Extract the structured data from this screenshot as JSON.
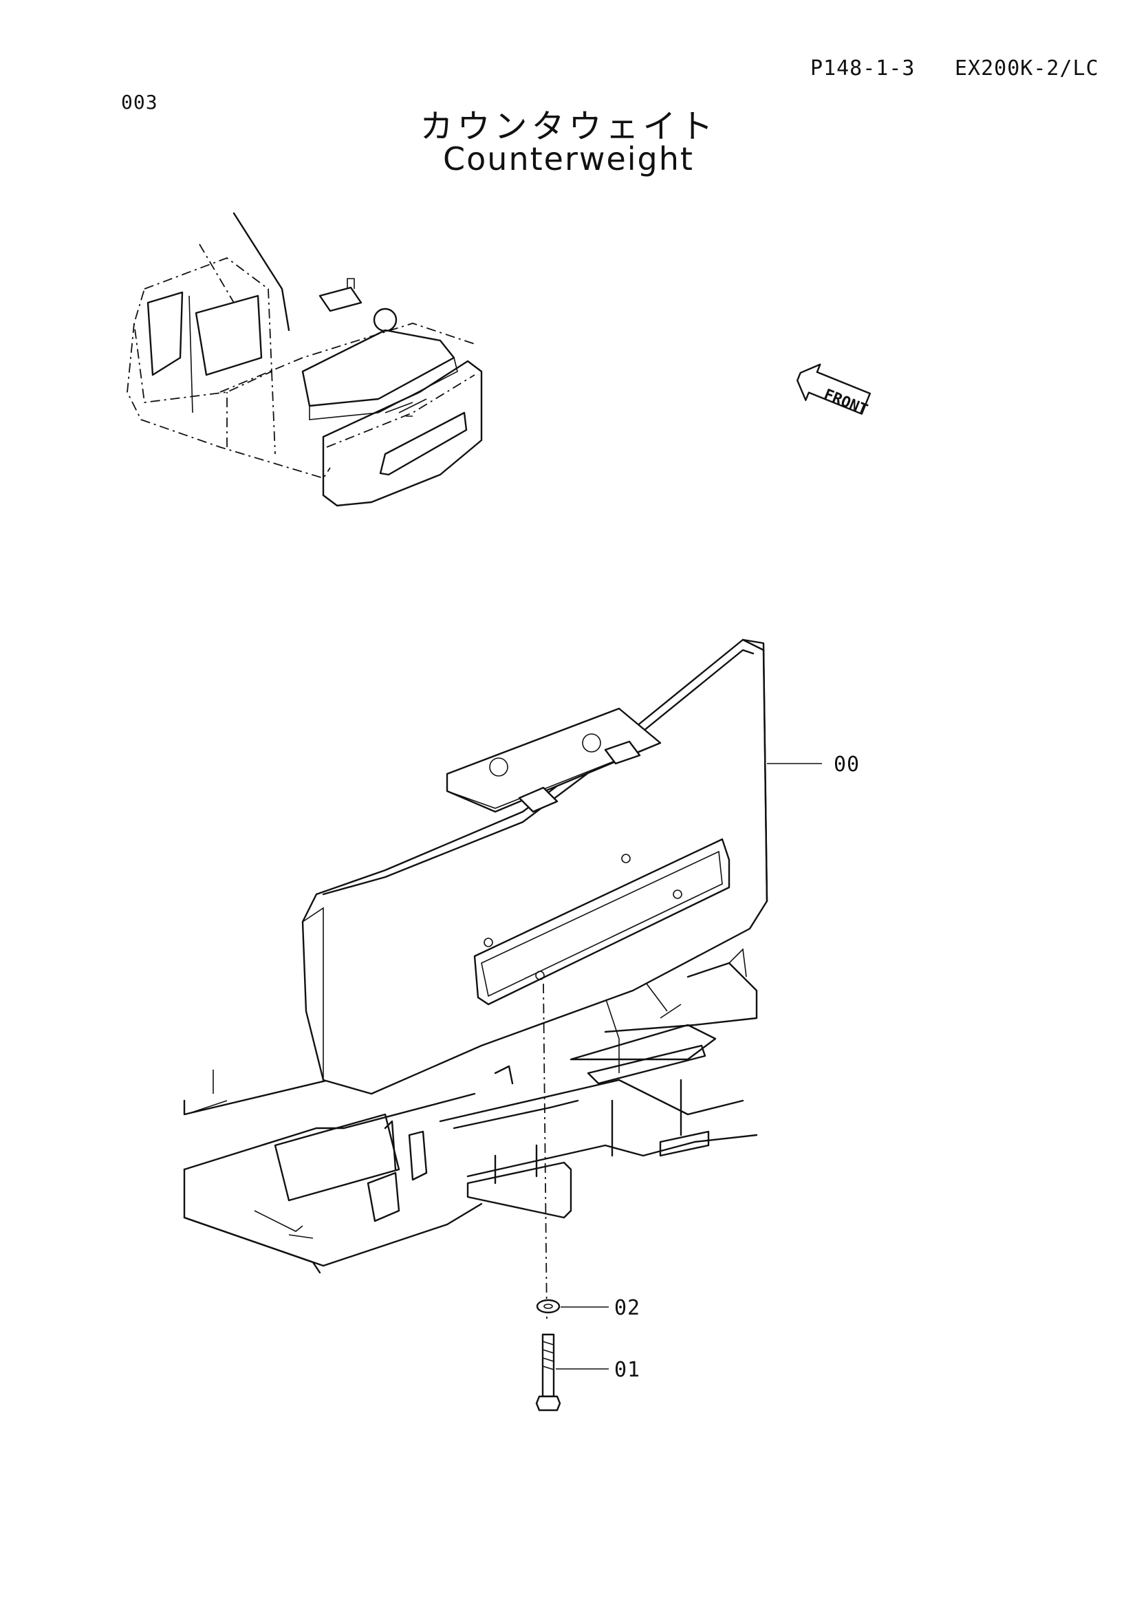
{
  "header": {
    "page_code": "P148-1-3",
    "model_code": "EX200K-2/LC"
  },
  "section_number": "003",
  "title": {
    "japanese": "カウンタウェイト",
    "english": "Counterweight"
  },
  "front_arrow_label": "FRONT",
  "callouts": [
    {
      "id": "00"
    },
    {
      "id": "02"
    },
    {
      "id": "01"
    }
  ]
}
